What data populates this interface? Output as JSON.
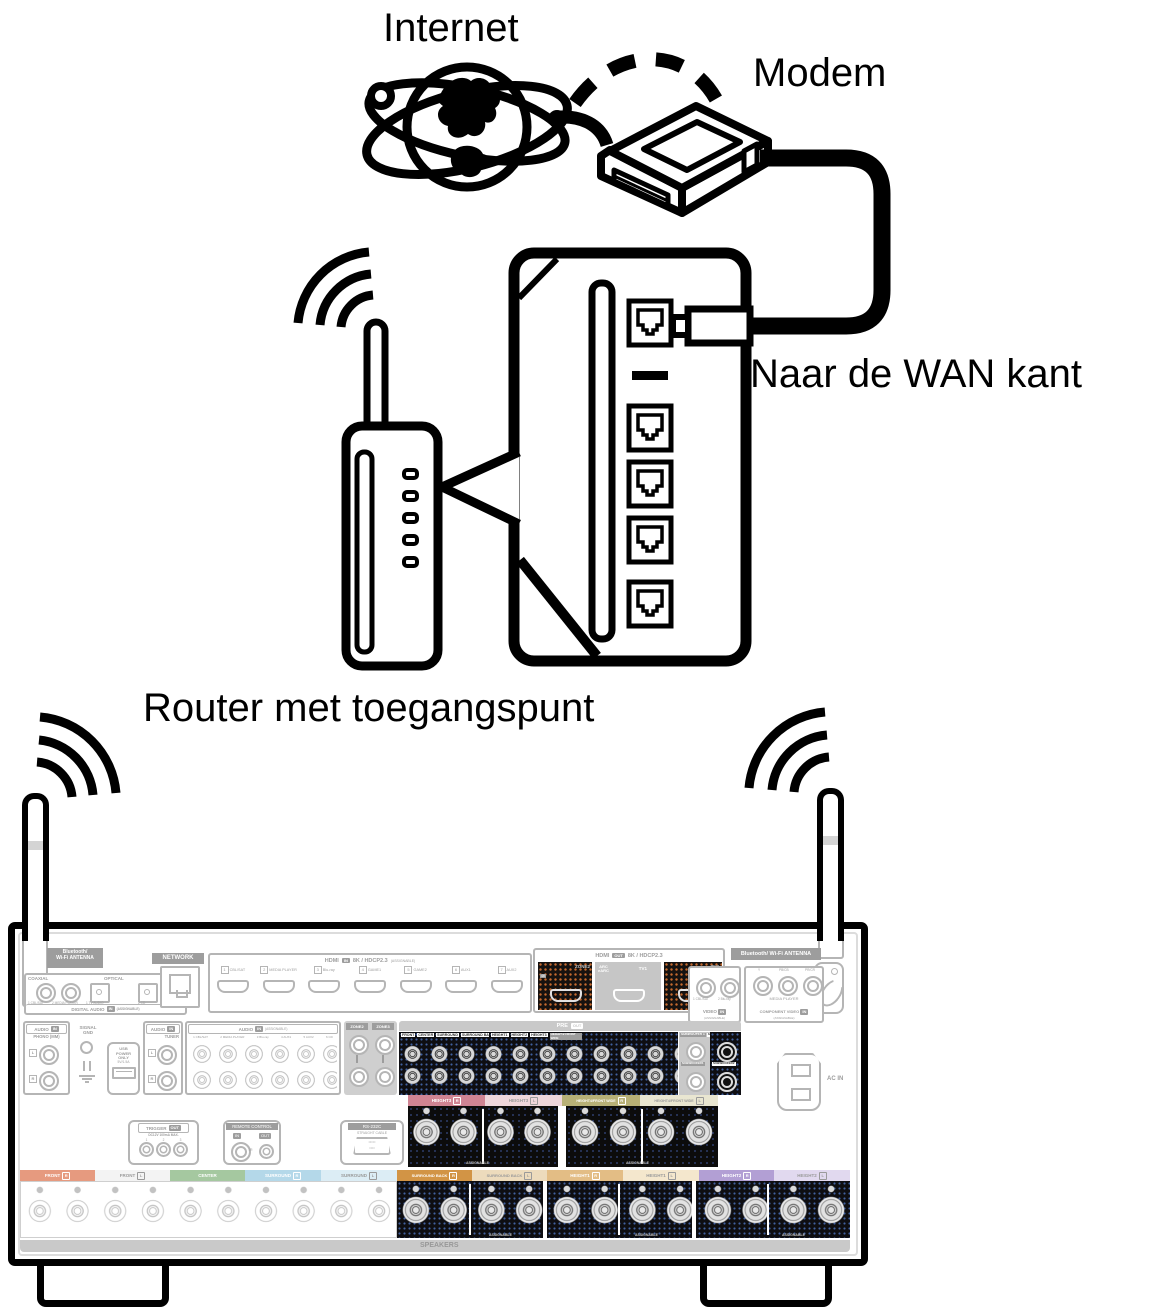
{
  "labels": {
    "internet": "Internet",
    "modem": "Modem",
    "wan": "Naar de WAN kant",
    "router": "Router met toegangspunt"
  },
  "receiver": {
    "bt_left": {
      "l1": "Bluetooth/",
      "l2": "Wi-Fi ANTENNA"
    },
    "bt_right": "Bluetooth/ Wi-Fi ANTENNA",
    "digital_audio": {
      "coaxial": "COAXIAL",
      "optical": "OPTICAL",
      "jacks": [
        "1 CBL/SAT",
        "2 MEDIA PLAYER",
        "1 TV AUDIO",
        "2 CD"
      ],
      "footer": "DIGITAL AUDIO",
      "badge": "IN",
      "note": "(ASSIGNABLE)"
    },
    "network": "NETWORK",
    "hdmi_in": {
      "title": "HDMI",
      "badge": "IN",
      "spec": "8K / HDCP2.3",
      "note": "(ASSIGNABLE)",
      "ports": [
        {
          "num": "1",
          "label": "CBL/SAT"
        },
        {
          "num": "2",
          "label": "MEDIA PLAYER"
        },
        {
          "num": "3",
          "label": "Blu-ray"
        },
        {
          "num": "4",
          "label": "GAME1"
        },
        {
          "num": "5",
          "label": "GAME2"
        },
        {
          "num": "6",
          "label": "AUX1"
        },
        {
          "num": "7",
          "label": "AUX2"
        }
      ]
    },
    "hdmi_out": {
      "title": "HDMI",
      "badge": "OUT",
      "spec": "8K / HDCP2.3",
      "p1_4k": "4K",
      "p1": "ZONE2",
      "p2_arc": "ARC",
      "p2_earc": "eARC",
      "p2": "TV1",
      "p3": "TV2"
    },
    "video_in": {
      "jacks": [
        "1 CBL/SAT",
        "2 Blu-ray"
      ],
      "footer": "VIDEO",
      "badge": "IN",
      "note": "(ASSIGNABLE)"
    },
    "component": {
      "jacks": [
        "Y",
        "PB/CB",
        "PR/CR"
      ],
      "label": "MEDIA PLAYER",
      "footer": "COMPONENT VIDEO",
      "badge": "IN",
      "note": "(ASSIGNABLE)"
    },
    "phono": {
      "header": "AUDIO",
      "badge": "IN",
      "label": "PHONO (MM)",
      "gnd1": "SIGNAL",
      "gnd2": "GND",
      "l": "L",
      "r": "R"
    },
    "usb": {
      "l1": "USB",
      "l2": "POWER",
      "l3": "ONLY",
      "spec": "5V/1.5A"
    },
    "tuner": {
      "header": "AUDIO",
      "badge": "IN",
      "label": "TUNER"
    },
    "audio_in": {
      "header": "AUDIO",
      "badge": "IN",
      "note": "(ASSIGNABLE)",
      "cols": [
        "1 CBL/SAT",
        "2 MEDIA PLAYER",
        "3 Blu-ray",
        "4 AUX1",
        "5 AUX2",
        "6 CD"
      ]
    },
    "zones": {
      "z2": "ZONE2",
      "z3": "ZONE3"
    },
    "pre_out": {
      "title": "PRE",
      "badge": "OUT",
      "chips": [
        "FRONT",
        "CENTER",
        "SURROUND",
        "SURROUND BACK",
        "HEIGHT1",
        "HEIGHT2",
        "HEIGHT3",
        "HEIGHT4/ FRONT WIDE",
        "SUBWOOFER 1",
        "SUBWOOFER 2"
      ],
      "sub1": "SUBWOOFER1",
      "sub2": "SUBWOOFER2"
    },
    "trigger": {
      "title": "TRIGGER",
      "badge": "OUT",
      "spec": "DC12V 100mA MAX.",
      "n1": "1",
      "n2": "2",
      "n3": "3"
    },
    "remote": {
      "title": "REMOTE CONTROL",
      "in": "IN",
      "out": "OUT",
      "ir": "IR"
    },
    "rs232": {
      "title": "RS-232C",
      "sub": "STRAIGHT CABLE"
    },
    "ac_in": "AC IN",
    "assignable": "ASSIGNABLE",
    "speakers": "SPEAKERS",
    "sp_mid": [
      {
        "label": "HEIGHT3",
        "ch": "R",
        "color": "#cf8493"
      },
      {
        "label": "HEIGHT3",
        "ch": "L",
        "color": "#eed6db"
      },
      {
        "label": "HEIGHT4/FRONT WIDE",
        "ch": "R",
        "color": "#b7b077"
      },
      {
        "label": "HEIGHT4/FRONT WIDE",
        "ch": "L",
        "color": "#e9e6d1"
      }
    ],
    "sp_bottom": [
      {
        "label": "FRONT",
        "ch": "R",
        "color": "#e69a7f"
      },
      {
        "label": "FRONT",
        "ch": "L",
        "color": "#f3f3f3"
      },
      {
        "label": "CENTER",
        "ch": "",
        "color": "#a5c8a0"
      },
      {
        "label": "SURROUND",
        "ch": "R",
        "color": "#b4d8e9"
      },
      {
        "label": "SURROUND",
        "ch": "L",
        "color": "#dcedf5"
      },
      {
        "label": "SURROUND BACK",
        "ch": "R",
        "color": "#d29445"
      },
      {
        "label": "SURROUND BACK",
        "ch": "L",
        "color": "#eddbbc"
      },
      {
        "label": "HEIGHT1",
        "ch": "R",
        "color": "#e3bd85"
      },
      {
        "label": "HEIGHT1",
        "ch": "L",
        "color": "#f4e7cd"
      },
      {
        "label": "HEIGHT2",
        "ch": "R",
        "color": "#b29fd4"
      },
      {
        "label": "HEIGHT2",
        "ch": "L",
        "color": "#e1d9ef"
      }
    ]
  },
  "colors": {
    "line": "#000000",
    "panel_gray": "#b5b5b5",
    "label_gray": "#9d9d9d",
    "highlight_dot_orange": "#c46a2e",
    "highlight_dot_blue": "#41609e"
  }
}
